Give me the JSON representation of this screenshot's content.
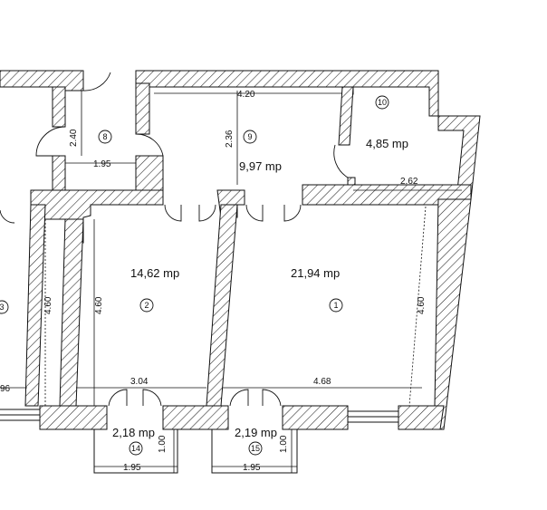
{
  "rooms": [
    {
      "id": "r10",
      "number": "10",
      "area": "4,85 mp"
    },
    {
      "id": "r9",
      "number": "9",
      "area": "9,97 mp"
    },
    {
      "id": "r8",
      "number": "8",
      "area": ""
    },
    {
      "id": "r1",
      "number": "1",
      "area": "21,94 mp"
    },
    {
      "id": "r2",
      "number": "2",
      "area": "14,62 mp"
    },
    {
      "id": "r3",
      "number": "3",
      "area": ""
    },
    {
      "id": "r14",
      "number": "14",
      "area": "2,18 mp"
    },
    {
      "id": "r15",
      "number": "15",
      "area": "2,19 mp"
    }
  ],
  "dimensions": {
    "d420": "4.20",
    "d240": "2.40",
    "d236": "2.36",
    "d195top": "1.95",
    "d262": "2.62",
    "d460left": "4.60",
    "d460mid": "4.60",
    "d460right": "4.60",
    "d304": "3.04",
    "d468": "4.68",
    "d96": "96",
    "d195b14": "1.95",
    "d195b15": "1.95",
    "d100a": "1.00",
    "d100b": "1.00"
  }
}
